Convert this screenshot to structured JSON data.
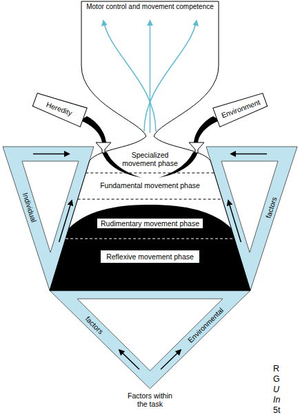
{
  "diagram": {
    "nodes": [
      {
        "text": [
          "Motor control and movement competence"
        ]
      },
      {
        "text": [
          "Heredity"
        ]
      },
      {
        "text": [
          "Environment"
        ]
      },
      {
        "text": [
          "Specialized movement phase"
        ]
      },
      {
        "text": [
          "Fundamental movement phase"
        ]
      },
      {
        "text": [
          "Rudimentary movement phase"
        ]
      },
      {
        "text": [
          "Reflexive movement phase"
        ]
      }
    ],
    "labels": [
      "Individual",
      "factors",
      "factors",
      "Environmental",
      "Factors within the task",
      "R",
      "G",
      "U",
      "In",
      "5t"
    ]
  }
}
